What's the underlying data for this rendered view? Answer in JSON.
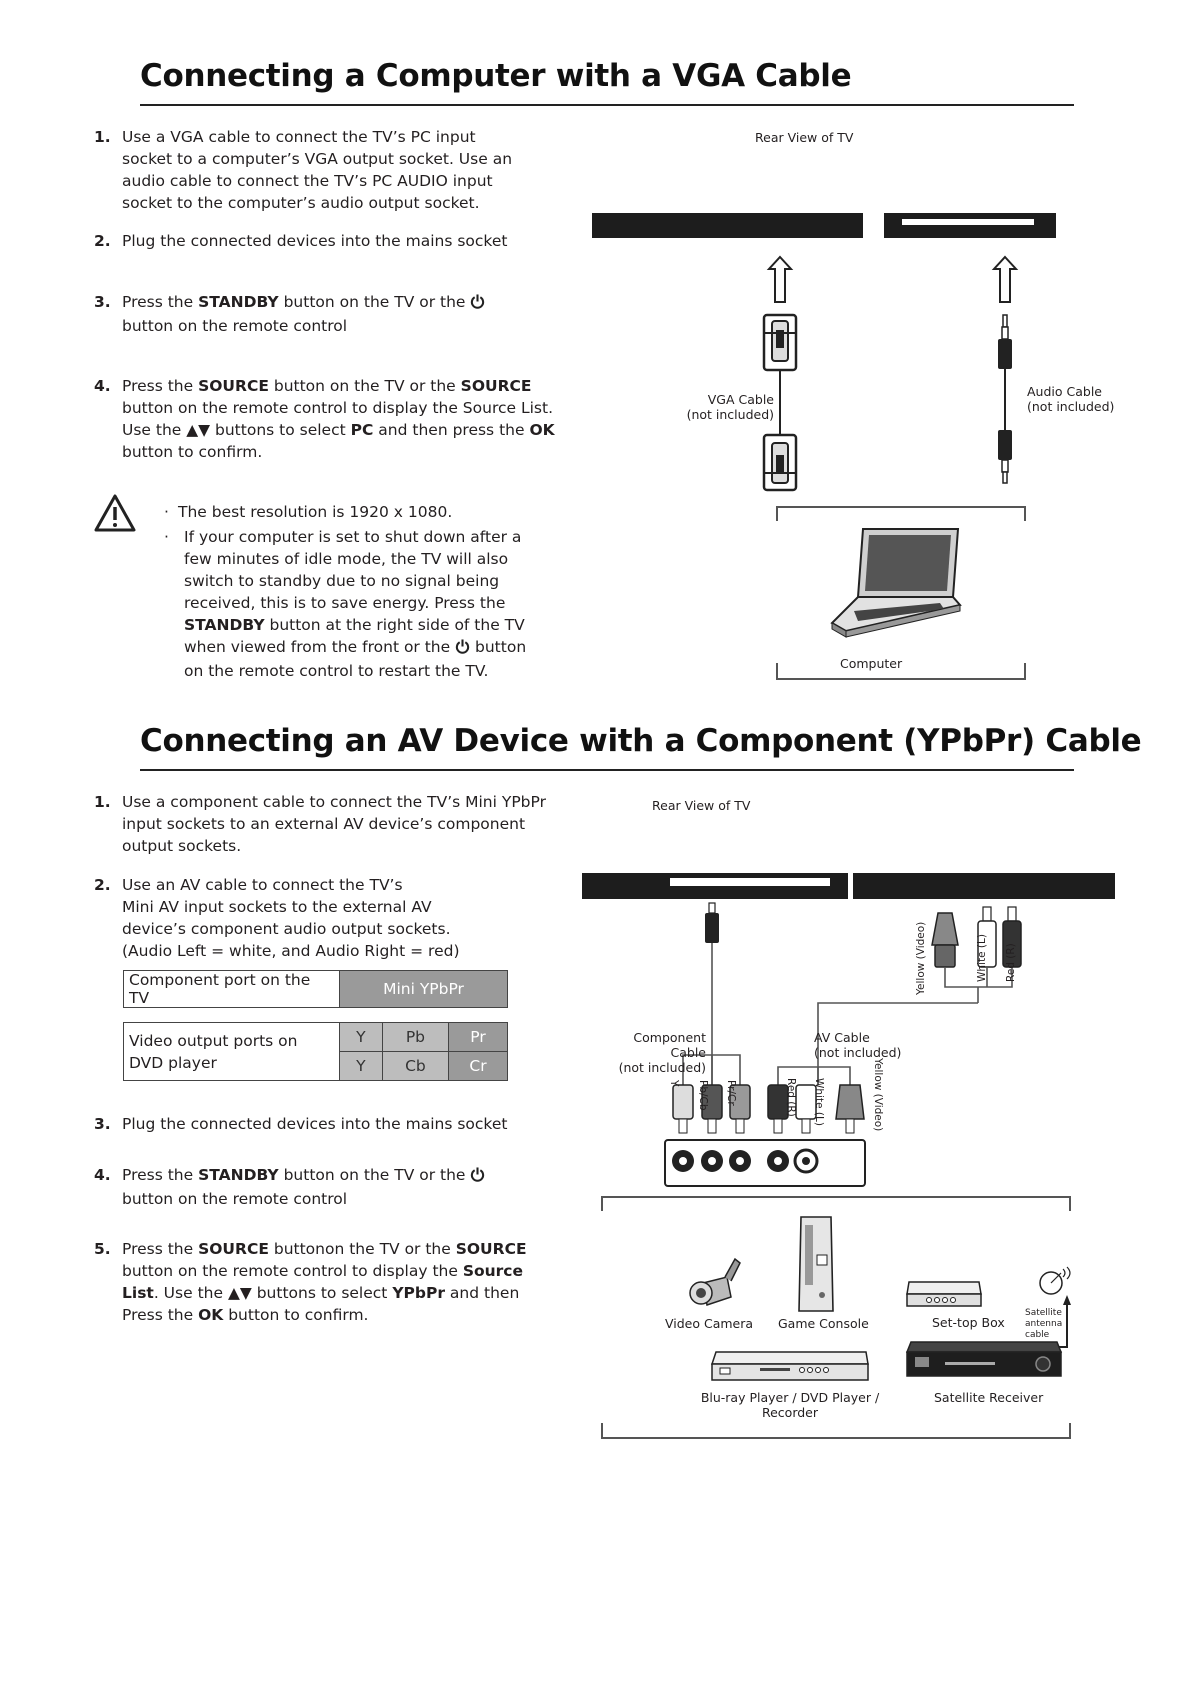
{
  "section1": {
    "title": "Connecting a Computer with a VGA Cable",
    "steps": [
      {
        "num": "1.",
        "lines": [
          "Use a VGA cable to connect the TV’s PC input",
          "socket to a computer’s VGA output socket. Use an",
          "audio cable to connect the TV’s PC AUDIO input",
          "socket to the computer’s audio output socket."
        ]
      },
      {
        "num": "2.",
        "lines": [
          "Plug the connected devices into the mains socket"
        ]
      },
      {
        "num": "3.",
        "line1_a": "Press the ",
        "line1_b": "STANDBY",
        "line1_c": " button on  the TV or the ",
        "line2": "button on the remote control"
      },
      {
        "num": "4.",
        "l1a": "Press the ",
        "l1b": "SOURCE",
        "l1c": " button on  the  TV or the ",
        "l1d": "SOURCE",
        "l2": "button on  the remote control to  display the Source List.",
        "l3a": "Use the ",
        "l3b": "▲▼",
        "l3c": " buttons to select  ",
        "l3d": "PC",
        "l3e": " and then press the ",
        "l3f": "OK",
        "l4": "button to confirm."
      }
    ],
    "notes": {
      "bullet1": "The best resolution is 1920 x 1080.",
      "bullet2_lines": [
        "If your computer is set to shut down after a",
        "few minutes of idle mode, the TV will also",
        "switch to standby due to no signal being",
        "received, this is to save energy. Press the"
      ],
      "bullet2_l5a": "STANDBY",
      "bullet2_l5b": " button at the right side of the TV",
      "bullet2_l6a": "when viewed from the front or the ",
      "bullet2_l6b": " button",
      "bullet2_l7": "on the remote control to restart the TV."
    },
    "diagram": {
      "rear_view": "Rear View of TV",
      "vga_cable": [
        "VGA Cable",
        "(not included)"
      ],
      "audio_cable": [
        "Audio Cable",
        "(not included)"
      ],
      "computer": "Computer"
    }
  },
  "section2": {
    "title": "Connecting an AV Device with a Component (YPbPr) Cable",
    "steps": [
      {
        "num": "1.",
        "lines": [
          "Use a component cable to connect the TV’s Mini YPbPr",
          "input sockets to an external AV device’s component",
          "output sockets."
        ]
      },
      {
        "num": "2.",
        "lines": [
          "Use an AV cable to connect the TV’s",
          "Mini AV input sockets to the external AV",
          "device’s component audio output sockets.",
          "(Audio Left = white, and Audio Right = red)"
        ]
      },
      {
        "num": "3.",
        "lines": [
          "Plug the connected devices into the mains socket"
        ]
      },
      {
        "num": "4.",
        "line1_a": "Press the ",
        "line1_b": "STANDBY",
        "line1_c": " button on  the TV or the ",
        "line2": "button on the remote control"
      },
      {
        "num": "5.",
        "l1a": "Press the ",
        "l1b": "SOURCE",
        "l1c": " buttonon  the TV or the ",
        "l1d": "SOURCE",
        "l2a": "button on the remote  control to display  the ",
        "l2b": "Source",
        "l3a": "List",
        "l3b": ". Use the ",
        "l3c": "▲▼",
        "l3d": " buttons to select  ",
        "l3e": "YPbPr",
        "l3f": " and then",
        "l4a": "Press the ",
        "l4b": "OK",
        "l4c": " button to confirm."
      }
    ],
    "table1": {
      "label": "Component port on the TV",
      "value": "Mini YPbPr"
    },
    "table2": {
      "label_lines": [
        "Video output ports on",
        "DVD player"
      ],
      "row1": [
        "Y",
        "Pb",
        "Pr"
      ],
      "row2": [
        "Y",
        "Cb",
        "Cr"
      ]
    },
    "diagram": {
      "rear_view": "Rear View of TV",
      "component_cable": [
        "Component Cable",
        "(not included)"
      ],
      "av_cable": [
        "AV Cable",
        "(not included)"
      ],
      "plug_labels_top": [
        "Yellow (Video)",
        "White (L)",
        "Red (R)"
      ],
      "plug_labels_bottom": [
        "Y",
        "Pb/Cb",
        "Pr/Cr",
        "Red (R)",
        "White (L)",
        "Yellow (Video)"
      ],
      "devices": {
        "video_camera": "Video Camera",
        "game_console": "Game Console",
        "set_top_box": "Set-top Box",
        "satellite_antenna": [
          "Satellite",
          "antenna",
          "cable"
        ],
        "bluray": [
          "Blu-ray Player / DVD Player /",
          "Recorder"
        ],
        "satellite_receiver": "Satellite Receiver"
      }
    }
  }
}
